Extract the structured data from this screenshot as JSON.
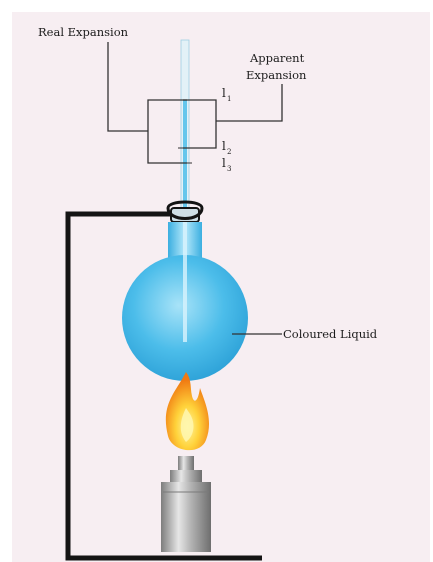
{
  "labels": {
    "real_expansion": "Real Expansion",
    "apparent_expansion_line1": "Apparent",
    "apparent_expansion_line2": "Expansion",
    "coloured_liquid": "Coloured Liquid",
    "level_l1": "l",
    "level_l1_sub": "1",
    "level_l2": "l",
    "level_l2_sub": "2",
    "level_l3": "l",
    "level_l3_sub": "3"
  },
  "colors": {
    "background": "#f7eef2",
    "flask": "#37b6e8",
    "tube_liquid": "#64c6ec",
    "stand": "#141414",
    "flame_outer": "#f08a17",
    "flame_inner": "#ffe45a",
    "burner": "#a9a9a9"
  }
}
